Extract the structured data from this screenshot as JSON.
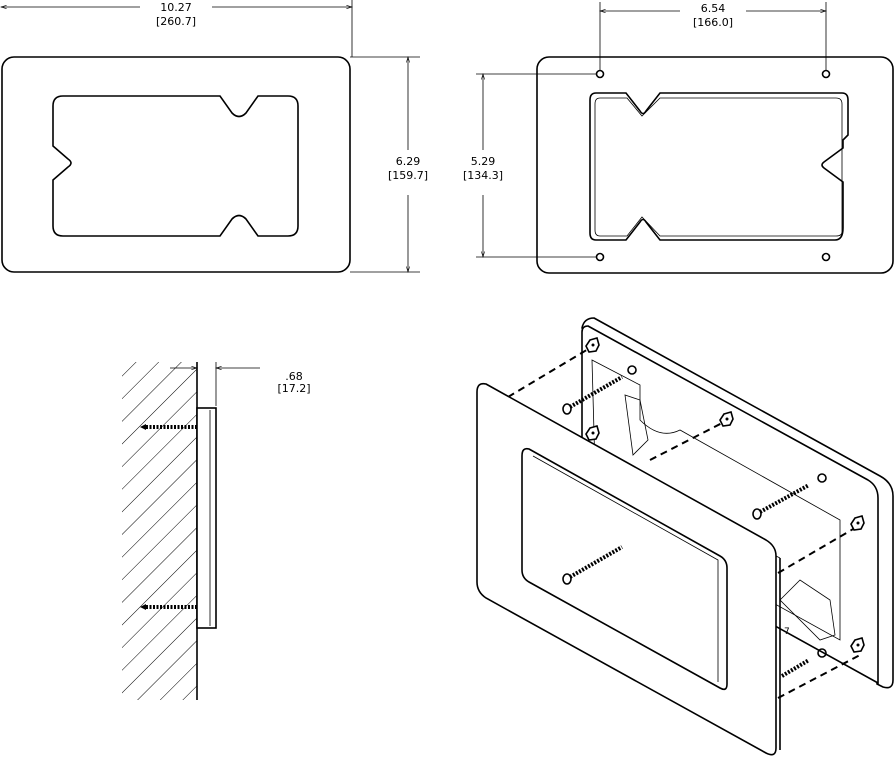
{
  "front_view": {
    "width_in": "10.27",
    "width_mm": "[260.7]",
    "height_in": "6.29",
    "height_mm": "[159.7]"
  },
  "back_view": {
    "hole_spacing_h_in": "6.54",
    "hole_spacing_h_mm": "[166.0]",
    "hole_spacing_v_in": "5.29",
    "hole_spacing_v_mm": "[134.3]"
  },
  "side_view": {
    "depth_in": ".68",
    "depth_mm": "[17.2]"
  },
  "isometric_view": {
    "label": "7"
  }
}
